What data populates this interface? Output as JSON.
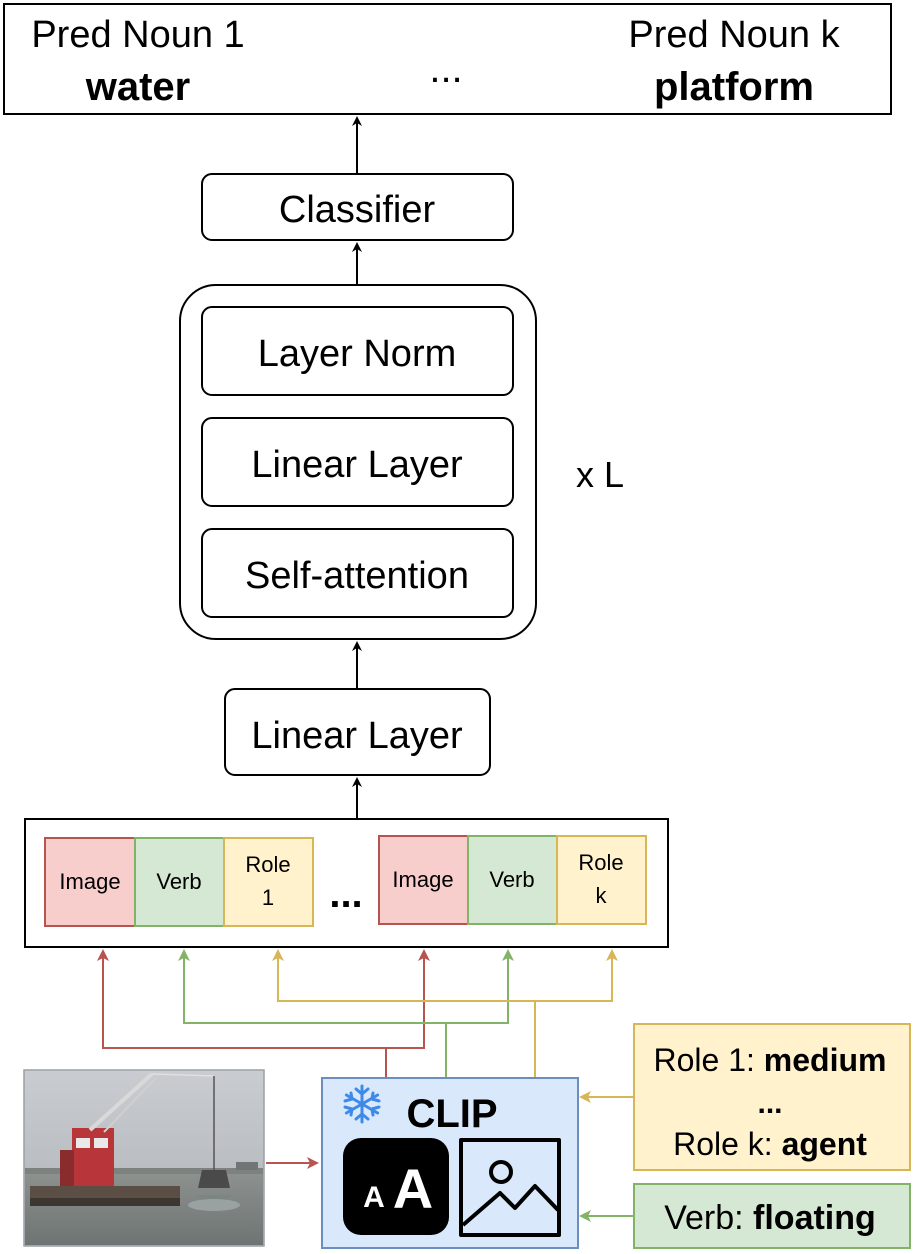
{
  "output": {
    "pred1_title": "Pred Noun 1",
    "pred1_value": "water",
    "ellipsis": "...",
    "predk_title": "Pred Noun k",
    "predk_value": "platform"
  },
  "classifier": "Classifier",
  "transformer": {
    "layer_norm": "Layer Norm",
    "linear": "Linear Layer",
    "self_attention": "Self-attention",
    "repeat": "x L"
  },
  "linear_in": "Linear Layer",
  "tokens": {
    "image1": "Image",
    "verb1": "Verb",
    "role1_line1": "Role",
    "role1_line2": "1",
    "ellipsis": "...",
    "imagek": "Image",
    "verbk": "Verb",
    "rolek_line1": "Role",
    "rolek_line2": "k"
  },
  "clip": {
    "title": "CLIP",
    "text_icon_glyph": "AA",
    "snowflake_icon": "snowflake-icon",
    "image_icon": "image-icon"
  },
  "roles_box": {
    "role1_prefix": "Role 1: ",
    "role1_value": "medium",
    "ellipsis": "...",
    "rolek_prefix": "Role k: ",
    "rolek_value": "agent"
  },
  "verb_box": {
    "prefix": "Verb: ",
    "value": "floating"
  },
  "colors": {
    "image": "#b85450",
    "image_fill": "#f8cecc",
    "verb": "#82b366",
    "verb_fill": "#d5e8d4",
    "role": "#d6b656",
    "role_fill": "#fff2cc",
    "clip_stroke": "#6c8ebf",
    "clip_fill": "#dae8fc"
  }
}
